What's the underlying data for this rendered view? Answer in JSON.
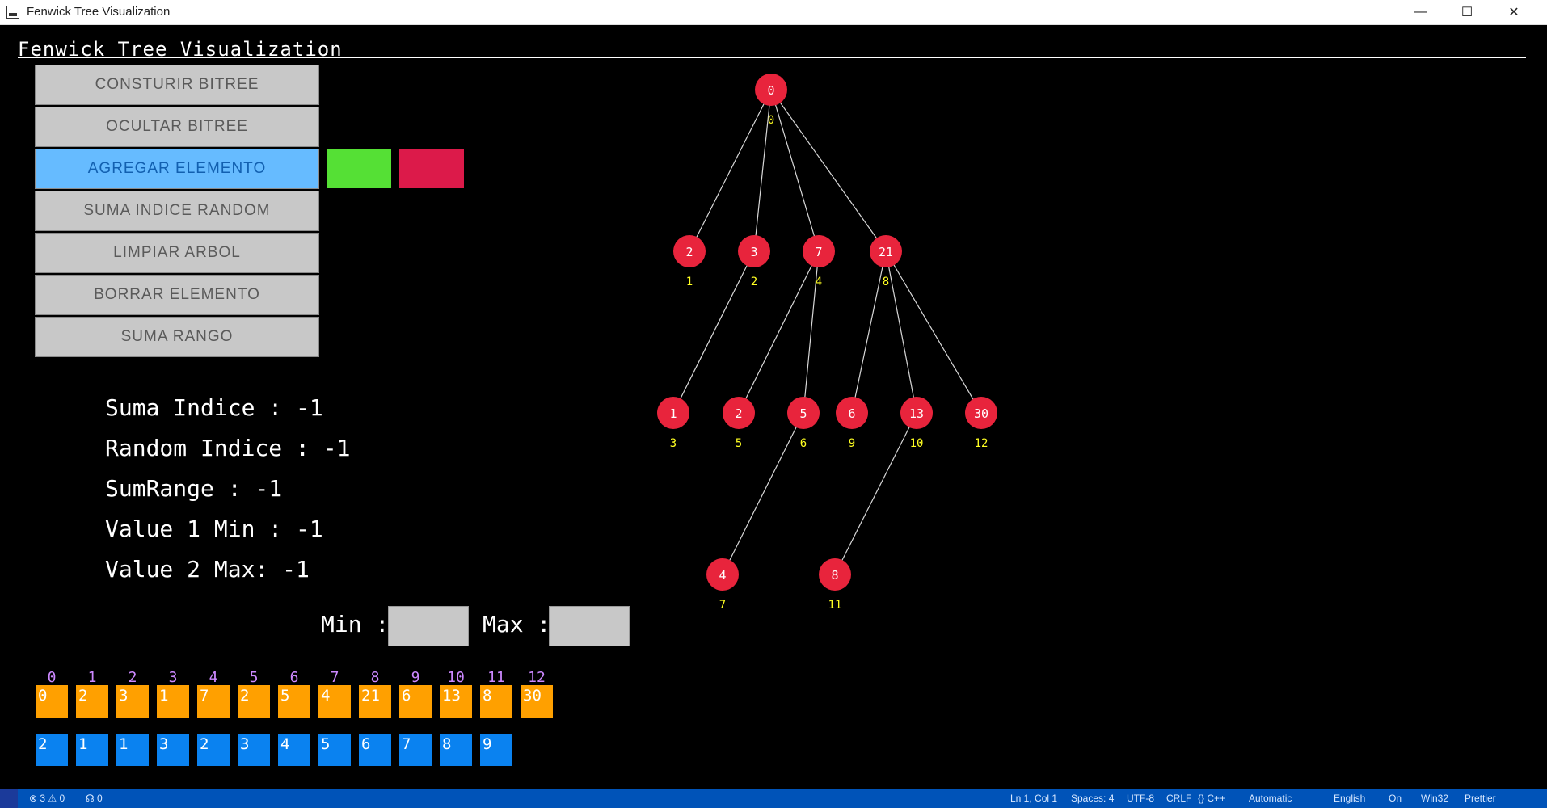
{
  "window": {
    "title": "Fenwick Tree Visualization",
    "minimize_icon": "minimize-icon",
    "maximize_icon": "maximize-icon",
    "close_icon": "close-icon"
  },
  "app": {
    "heading": "Fenwick Tree Visualization"
  },
  "menu": {
    "buttons": [
      {
        "label": "CONSTURIR BITREE"
      },
      {
        "label": "OCULTAR BITREE"
      },
      {
        "label": "AGREGAR ELEMENTO"
      },
      {
        "label": "SUMA INDICE RANDOM"
      },
      {
        "label": "LIMPIAR ARBOL"
      },
      {
        "label": "BORRAR ELEMENTO"
      },
      {
        "label": "SUMA RANGO"
      }
    ],
    "active_button": "AGREGAR ELEMENTO"
  },
  "swatches": {
    "green": "#55e035",
    "red": "#dc1a4a"
  },
  "stats": [
    "Suma Indice : -1",
    "Random Indice : -1",
    "SumRange : -1",
    "Value 1 Min : -1",
    "Value 2 Max: -1"
  ],
  "range": {
    "min_label": "Min :",
    "max_label": "Max :",
    "min_value": "",
    "max_value": ""
  },
  "colors": {
    "node": "#e8243c",
    "node_index": "#ffff22",
    "bit_cell": "#ffa000",
    "array_cell": "#0a82f0",
    "index_label": "#cc88ff",
    "active_button": "#66bbff"
  },
  "tree": {
    "nodes": [
      {
        "value": "0",
        "index": "0"
      },
      {
        "value": "2",
        "index": "1"
      },
      {
        "value": "3",
        "index": "2"
      },
      {
        "value": "7",
        "index": "4"
      },
      {
        "value": "21",
        "index": "8"
      },
      {
        "value": "1",
        "index": "3"
      },
      {
        "value": "2",
        "index": "5"
      },
      {
        "value": "5",
        "index": "6"
      },
      {
        "value": "6",
        "index": "9"
      },
      {
        "value": "13",
        "index": "10"
      },
      {
        "value": "30",
        "index": "12"
      },
      {
        "value": "4",
        "index": "7"
      },
      {
        "value": "8",
        "index": "11"
      }
    ]
  },
  "bit_array": {
    "indices": [
      "0",
      "1",
      "2",
      "3",
      "4",
      "5",
      "6",
      "7",
      "8",
      "9",
      "10",
      "11",
      "12"
    ],
    "values": [
      "0",
      "2",
      "3",
      "1",
      "7",
      "2",
      "5",
      "4",
      "21",
      "6",
      "13",
      "8",
      "30"
    ]
  },
  "input_array": {
    "values": [
      "2",
      "1",
      "1",
      "3",
      "2",
      "3",
      "4",
      "5",
      "6",
      "7",
      "8",
      "9"
    ]
  },
  "statusbar": {
    "problems": "⊗ 3 ⚠ 0",
    "ports": "☊ 0",
    "position": "Ln 1, Col 1",
    "spaces": "Spaces: 4",
    "encoding": "UTF-8",
    "eol": "CRLF",
    "language": "{} C++",
    "mode": "Automatic",
    "locale": "English",
    "feature": "On",
    "platform": "Win32",
    "prettier": "Prettier"
  }
}
